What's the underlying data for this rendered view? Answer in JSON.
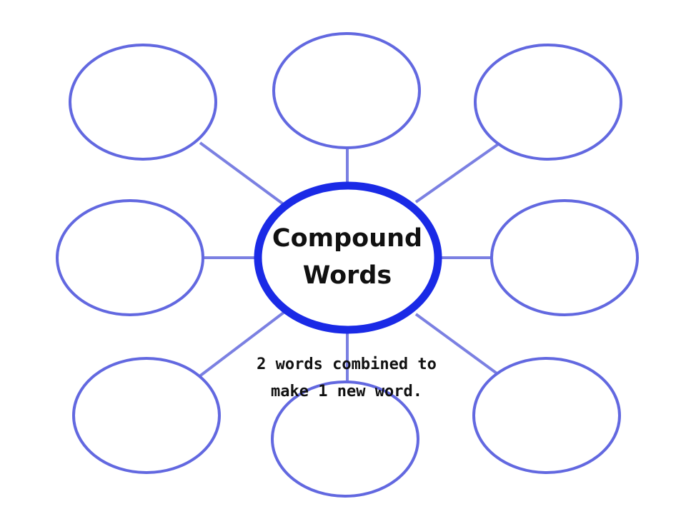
{
  "diagram": {
    "center": {
      "line1": "Compound",
      "line2": "Words"
    },
    "definition": {
      "line1": "2 words combined to",
      "line2": "make 1 new word."
    },
    "colors": {
      "center_ring": "#1a2ae6",
      "outer_ring": "#6268e0",
      "spoke": "#7b80e2"
    }
  }
}
